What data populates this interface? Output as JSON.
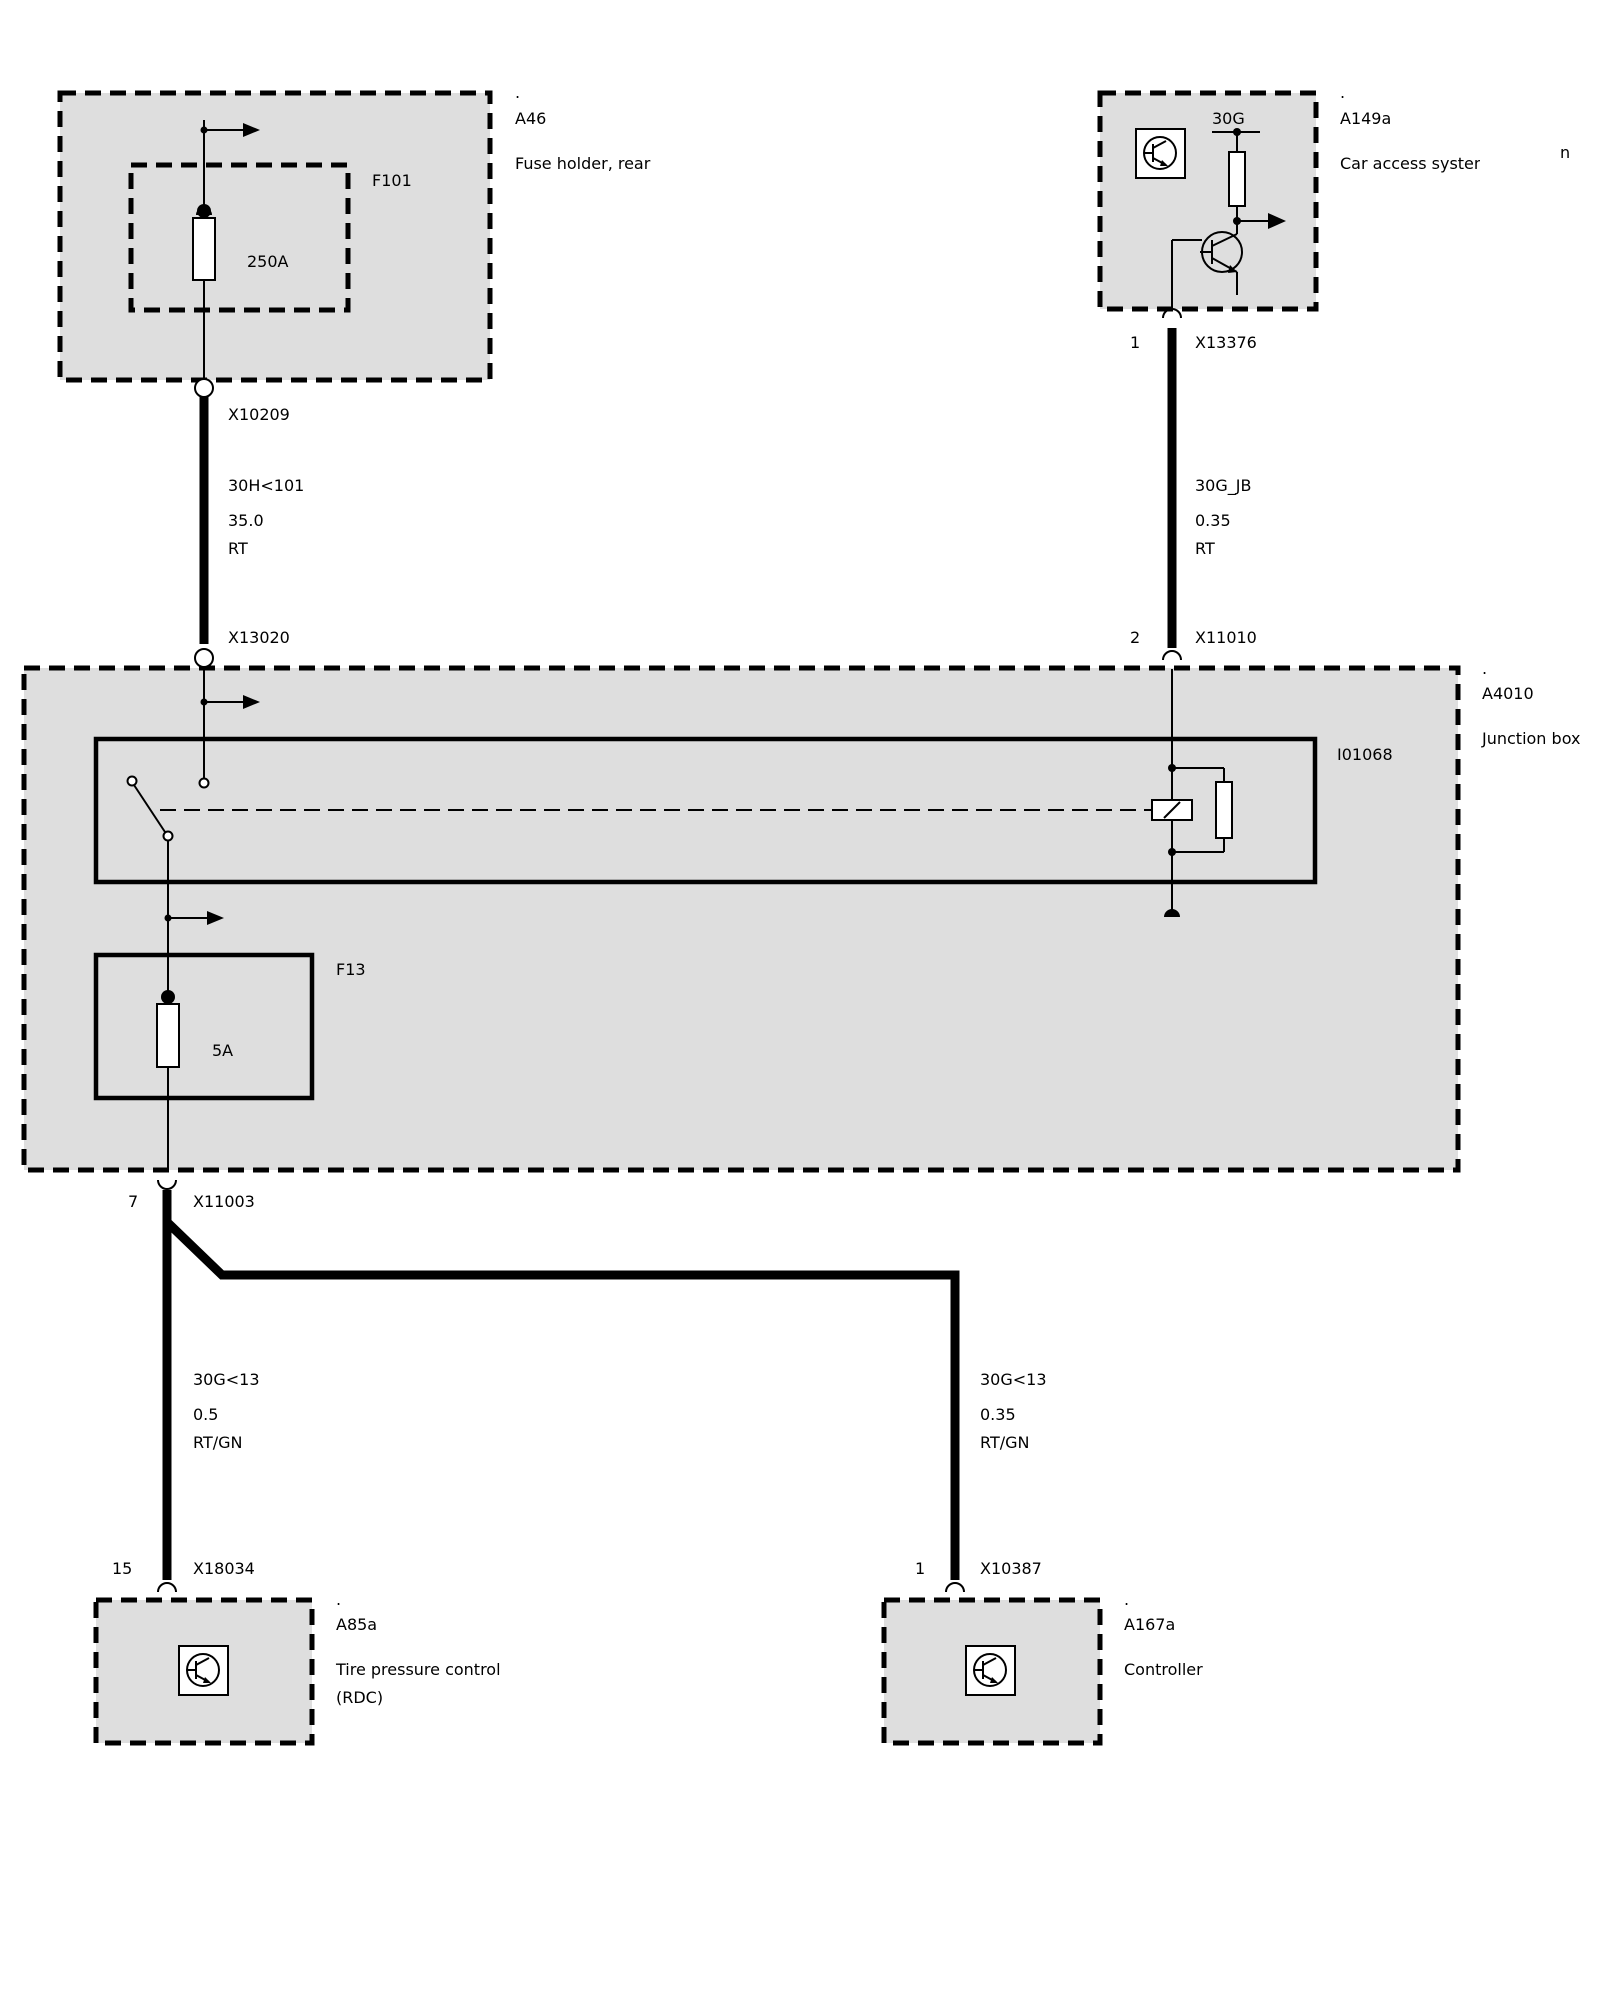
{
  "components": {
    "a46": {
      "dot": ".",
      "id": "A46",
      "name": "Fuse holder, rear"
    },
    "f101": {
      "id": "F101",
      "rating": "250A"
    },
    "a149a": {
      "dot": ".",
      "id": "A149a",
      "name": "Car access system",
      "terminal": "30G",
      "stray": "n"
    },
    "a4010": {
      "dot": ".",
      "id": "A4010",
      "name": "Junction box"
    },
    "i01068": {
      "id": "I01068"
    },
    "f13": {
      "id": "F13",
      "rating": "5A"
    },
    "a85a": {
      "dot": ".",
      "id": "A85a",
      "name_line1": "Tire pressure control",
      "name_line2": "(RDC)"
    },
    "a167a": {
      "dot": ".",
      "id": "A167a",
      "name": "Controller"
    }
  },
  "connectors": {
    "x10209": {
      "id": "X10209"
    },
    "x13020": {
      "id": "X13020"
    },
    "x13376": {
      "id": "X13376",
      "pin": "1"
    },
    "x11010": {
      "id": "X11010",
      "pin": "2"
    },
    "x11003": {
      "id": "X11003",
      "pin": "7"
    },
    "x18034": {
      "id": "X18034",
      "pin": "15"
    },
    "x10387": {
      "id": "X10387",
      "pin": "1"
    }
  },
  "wires": {
    "w1": {
      "signal": "30H<101",
      "gauge": "35.0",
      "color": "RT"
    },
    "w2": {
      "signal": "30G_JB",
      "gauge": "0.35",
      "color": "RT"
    },
    "w3": {
      "signal": "30G<13",
      "gauge": "0.5",
      "color": "RT/GN"
    },
    "w4": {
      "signal": "30G<13",
      "gauge": "0.35",
      "color": "RT/GN"
    }
  },
  "colors": {
    "box_fill": "#dedede",
    "line": "#000000"
  }
}
